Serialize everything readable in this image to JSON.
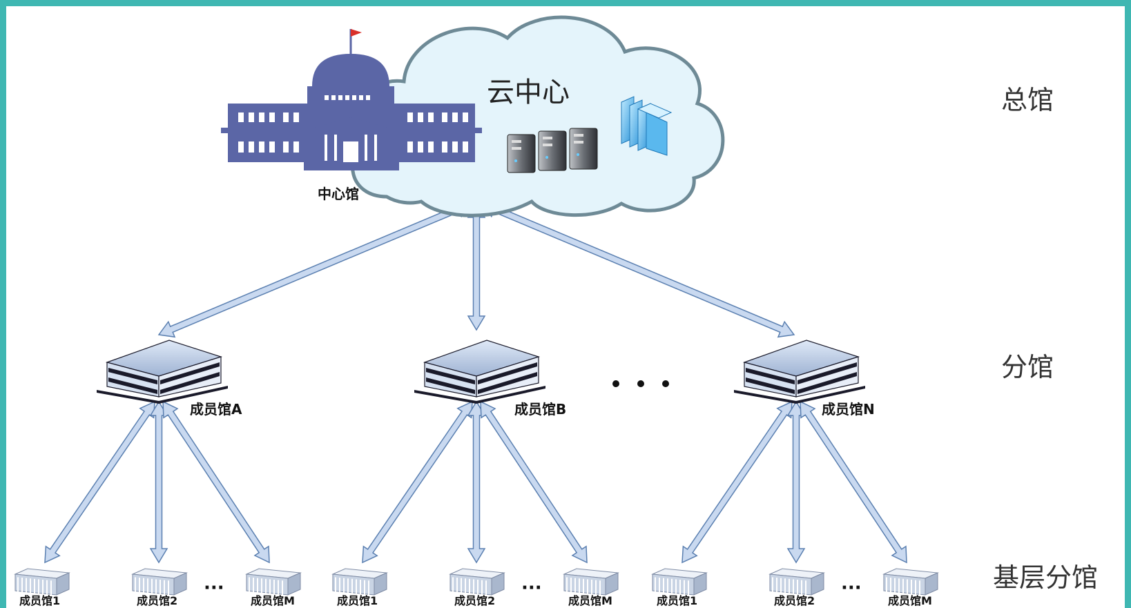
{
  "tiers": {
    "top": "总馆",
    "middle": "分馆",
    "bottom": "基层分馆"
  },
  "cloud": {
    "title": "云中心"
  },
  "central": {
    "label": "中心馆"
  },
  "branches": [
    {
      "label": "成员馆A",
      "members": [
        "成员馆1",
        "成员馆2",
        "成员馆M"
      ]
    },
    {
      "label": "成员馆B",
      "members": [
        "成员馆1",
        "成员馆2",
        "成员馆M"
      ]
    },
    {
      "label": "成员馆N",
      "members": [
        "成员馆1",
        "成员馆2",
        "成员馆M"
      ]
    }
  ],
  "ellipsis": "···",
  "colors": {
    "arrow_fill": "#c9d9f0",
    "arrow_stroke": "#5a7fb0",
    "building": "#5b66a6",
    "cloud_fill": "#e4f4fb",
    "cloud_stroke": "#6e8a96",
    "frame": "#3fb7b2"
  }
}
